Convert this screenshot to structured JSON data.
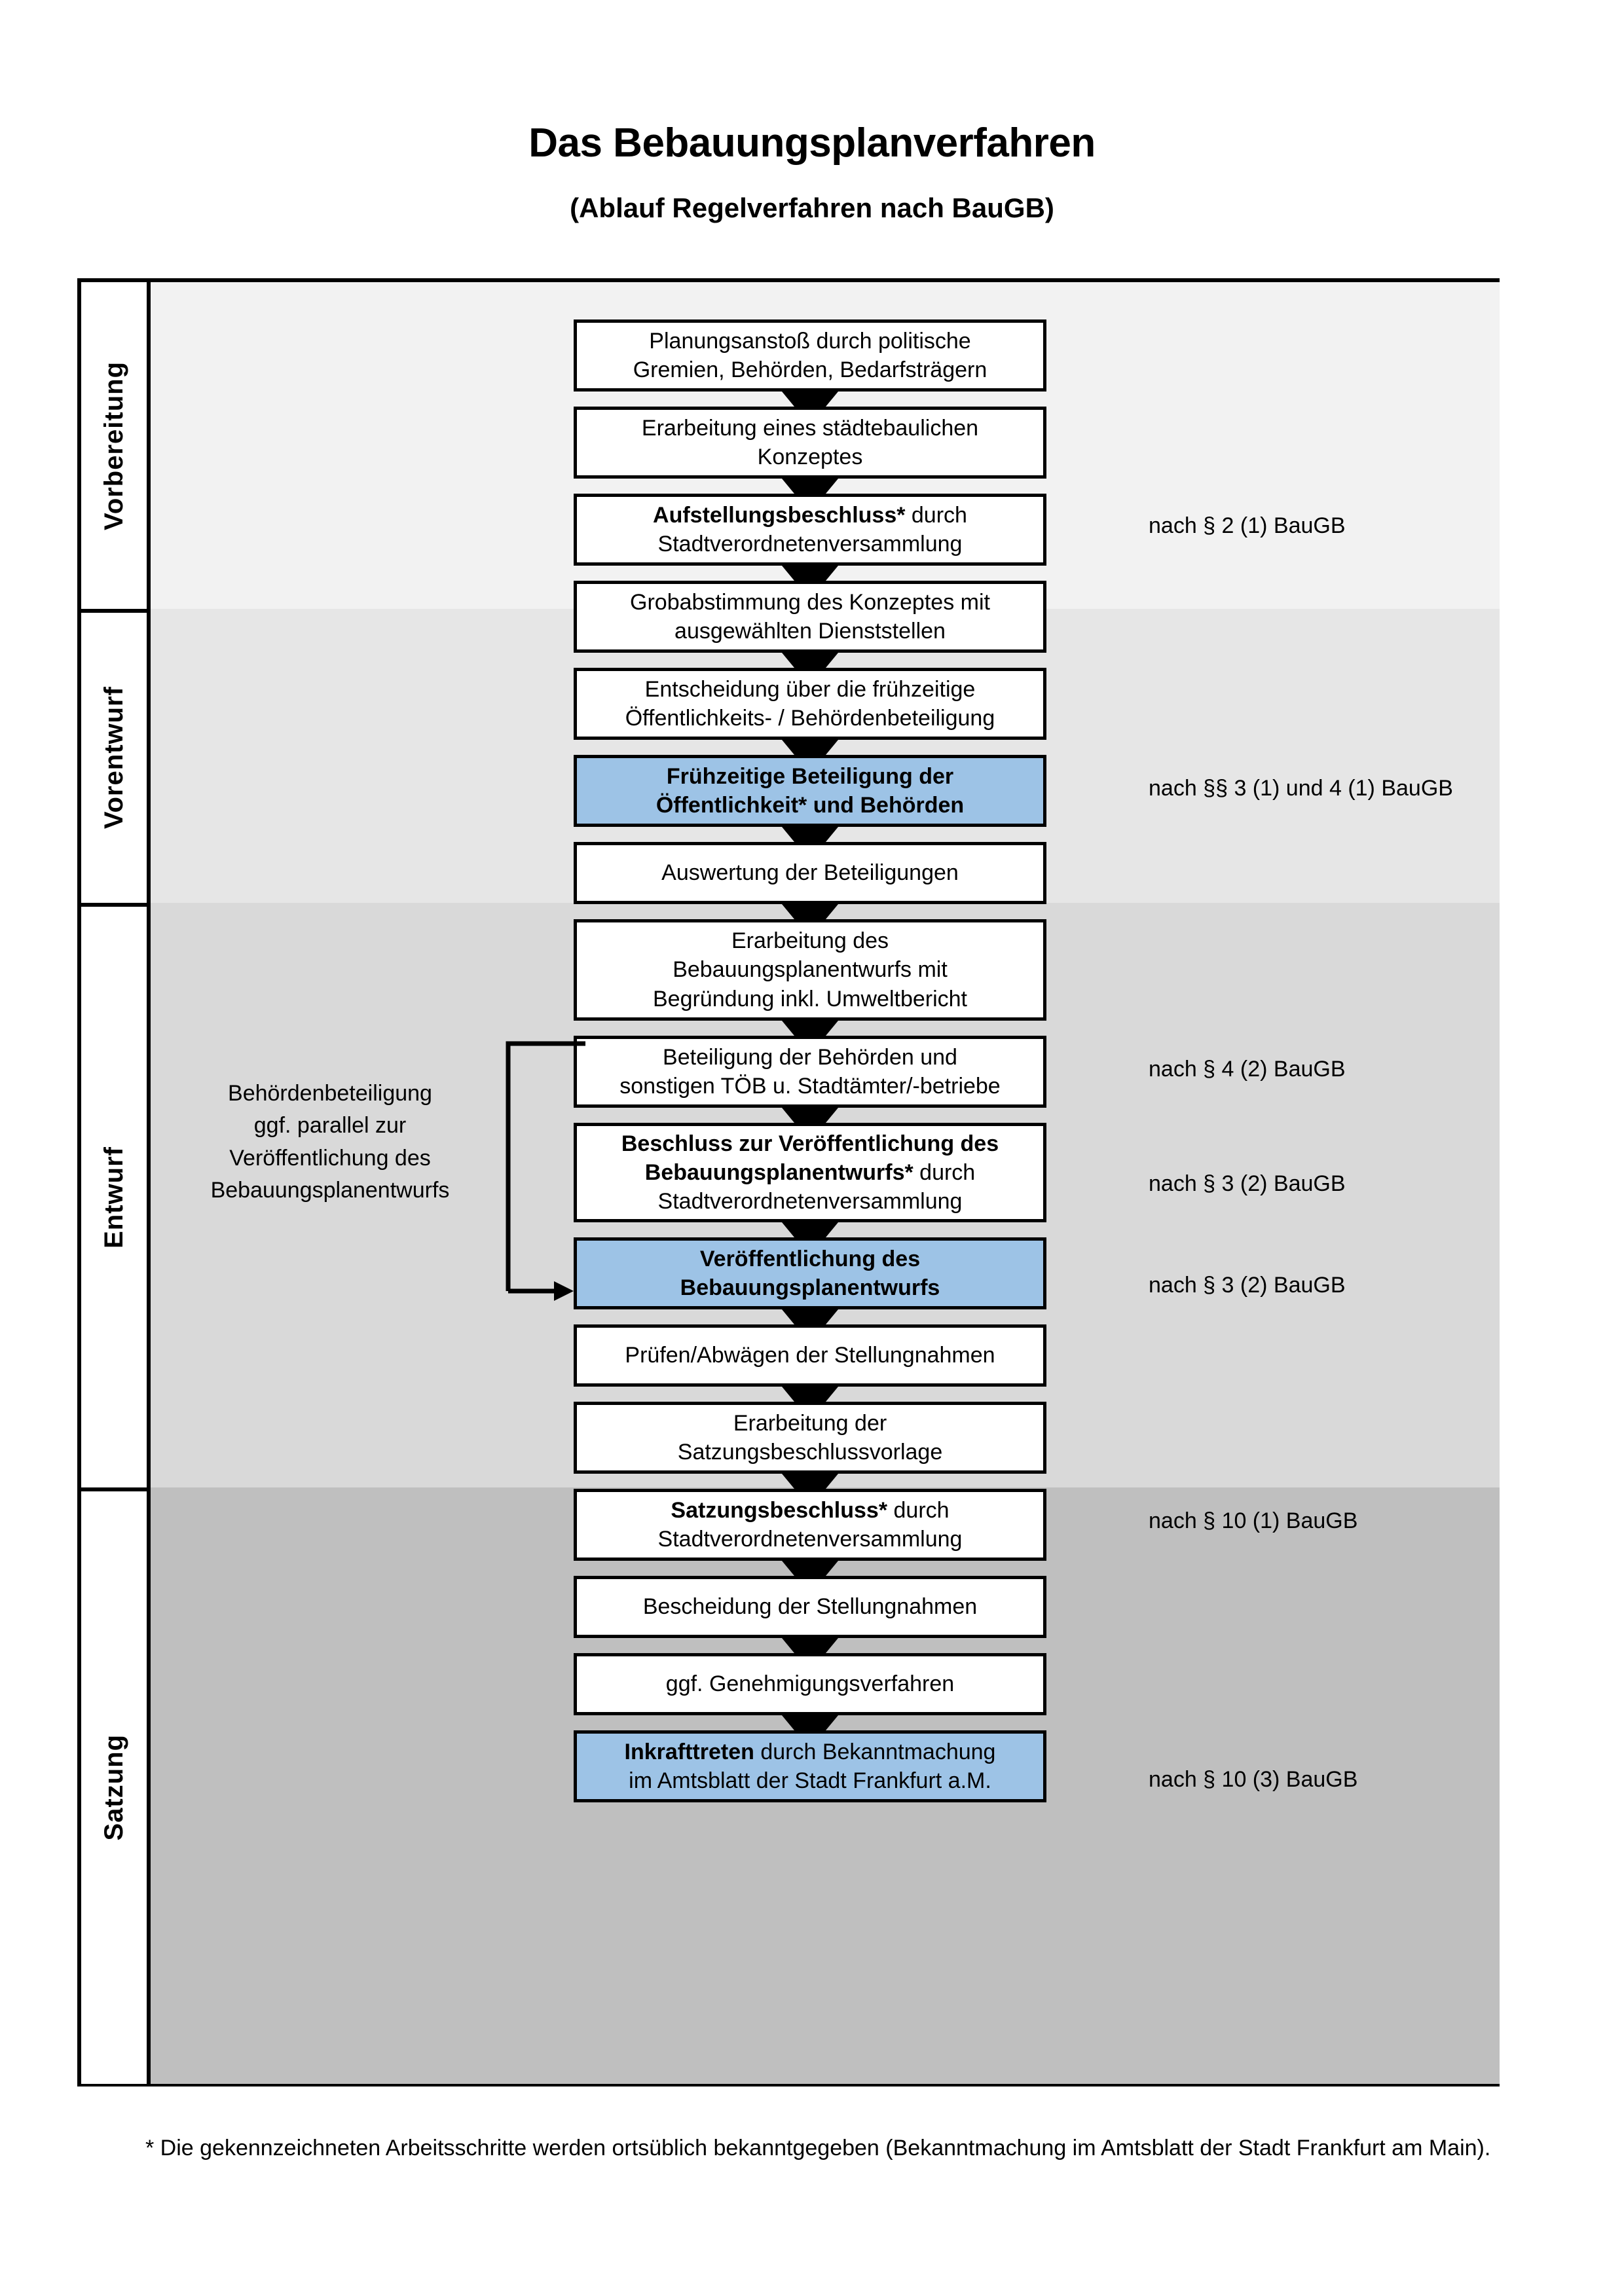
{
  "header": {
    "title": "Das Bebauungsplanverfahren",
    "subtitle": "(Ablauf Regelverfahren nach BauGB)"
  },
  "phases": [
    {
      "id": "vorbereitung",
      "label": "Vorbereitung",
      "band_color": "#F2F2F2"
    },
    {
      "id": "vorentwurf",
      "label": "Vorentwurf",
      "band_color": "#E6E6E6"
    },
    {
      "id": "entwurf",
      "label": "Entwurf",
      "band_color": "#D9D9D9"
    },
    {
      "id": "satzung",
      "label": "Satzung",
      "band_color": "#BFBFBF"
    }
  ],
  "steps": [
    {
      "id": "planungsanstoss",
      "phase": "vorbereitung",
      "highlight": false,
      "lines": [
        "Planungsanstoß durch politische",
        "Gremien, Behörden, Bedarfsträgern"
      ]
    },
    {
      "id": "staedtebauliches-konzept",
      "phase": "vorbereitung",
      "highlight": false,
      "lines": [
        "Erarbeitung eines städtebaulichen",
        "Konzeptes"
      ]
    },
    {
      "id": "aufstellungsbeschluss",
      "phase": "vorbereitung",
      "highlight": false,
      "bold_lead": "Aufstellungsbeschluss*",
      "lines": [
        "Aufstellungsbeschluss* durch",
        "Stadtverordnetenversammlung"
      ]
    },
    {
      "id": "grobabstimmung",
      "phase": "vorentwurf",
      "highlight": false,
      "lines": [
        "Grobabstimmung des Konzeptes mit",
        "ausgewählten Dienststellen"
      ]
    },
    {
      "id": "entscheidung-fruehzeitig",
      "phase": "vorentwurf",
      "highlight": false,
      "lines": [
        "Entscheidung über die frühzeitige",
        "Öffentlichkeits- / Behördenbeteiligung"
      ]
    },
    {
      "id": "fruehzeitige-beteiligung",
      "phase": "vorentwurf",
      "highlight": true,
      "lines": [
        "Frühzeitige Beteiligung der",
        "Öffentlichkeit* und Behörden"
      ]
    },
    {
      "id": "auswertung-beteiligungen",
      "phase": "entwurf",
      "highlight": false,
      "lines": [
        "Auswertung der Beteiligungen"
      ]
    },
    {
      "id": "erarbeitung-bplanentwurf",
      "phase": "entwurf",
      "highlight": false,
      "lines": [
        "Erarbeitung des",
        "Bebauungsplanentwurfs mit",
        "Begründung inkl. Umweltbericht"
      ]
    },
    {
      "id": "beteiligung-behoerden-toeb",
      "phase": "entwurf",
      "highlight": false,
      "lines": [
        "Beteiligung der Behörden und",
        "sonstigen TÖB u. Stadtämter/-betriebe"
      ]
    },
    {
      "id": "beschluss-veroeffentlichung",
      "phase": "entwurf",
      "highlight": false,
      "lines": [
        "Beschluss zur Veröffentlichung des",
        "Bebauungsplanentwurfs* durch",
        "Stadtverordnetenversammlung"
      ]
    },
    {
      "id": "veroeffentlichung-bplanentwurf",
      "phase": "entwurf",
      "highlight": true,
      "lines": [
        "Veröffentlichung des",
        "Bebauungsplanentwurfs"
      ]
    },
    {
      "id": "pruefen-abwaegen",
      "phase": "satzung",
      "highlight": false,
      "lines": [
        "Prüfen/Abwägen der Stellungnahmen"
      ]
    },
    {
      "id": "erarbeitung-satzungsvorlage",
      "phase": "satzung",
      "highlight": false,
      "lines": [
        "Erarbeitung der",
        "Satzungsbeschlussvorlage"
      ]
    },
    {
      "id": "satzungsbeschluss",
      "phase": "satzung",
      "highlight": false,
      "lines": [
        "Satzungsbeschluss* durch",
        "Stadtverordnetenversammlung"
      ]
    },
    {
      "id": "bescheidung-stellungnahmen",
      "phase": "satzung",
      "highlight": false,
      "lines": [
        "Bescheidung der Stellungnahmen"
      ]
    },
    {
      "id": "genehmigungsverfahren",
      "phase": "satzung",
      "highlight": false,
      "lines": [
        "ggf. Genehmigungsverfahren"
      ]
    },
    {
      "id": "inkrafttreten",
      "phase": "satzung",
      "highlight": true,
      "lines": [
        "Inkrafttreten durch Bekanntmachung",
        "im Amtsblatt der Stadt Frankfurt a.M."
      ]
    }
  ],
  "step_text": {
    "planungsanstoss_l1": "Planungsanstoß durch politische",
    "planungsanstoss_l2": "Gremien, Behörden, Bedarfsträgern",
    "konzept_l1": "Erarbeitung eines städtebaulichen",
    "konzept_l2": "Konzeptes",
    "aufstellung_bold": "Aufstellungsbeschluss*",
    "aufstellung_rest": " durch",
    "aufstellung_l2": "Stadtverordnetenversammlung",
    "grobabstimmung_l1": "Grobabstimmung des Konzeptes mit",
    "grobabstimmung_l2": "ausgewählten Dienststellen",
    "entscheidung_l1": "Entscheidung über die frühzeitige",
    "entscheidung_l2": "Öffentlichkeits- / Behördenbeteiligung",
    "fruehbeteiligung_l1": "Frühzeitige Beteiligung der",
    "fruehbeteiligung_l2": "Öffentlichkeit* und Behörden",
    "auswertung_l1": "Auswertung der Beteiligungen",
    "erarbeitung_l1": "Erarbeitung des",
    "erarbeitung_l2": "Bebauungsplanentwurfs mit",
    "erarbeitung_l3": "Begründung inkl. Umweltbericht",
    "toeb_l1": "Beteiligung der Behörden und",
    "toeb_l2": "sonstigen TÖB u. Stadtämter/-betriebe",
    "beschluss_bold_l1": "Beschluss zur Veröffentlichung des",
    "beschluss_bold_l2": "Bebauungsplanentwurfs*",
    "beschluss_rest_l2": " durch",
    "beschluss_l3": "Stadtverordnetenversammlung",
    "veroeff_l1": "Veröffentlichung des",
    "veroeff_l2": "Bebauungsplanentwurfs",
    "pruefen_l1": "Prüfen/Abwägen der Stellungnahmen",
    "satzungsvorlage_l1": "Erarbeitung der",
    "satzungsvorlage_l2": "Satzungsbeschlussvorlage",
    "satzungsbeschluss_bold": "Satzungsbeschluss*",
    "satzungsbeschluss_rest": " durch",
    "satzungsbeschluss_l2": "Stadtverordnetenversammlung",
    "bescheidung_l1": "Bescheidung der Stellungnahmen",
    "genehmigung_l1": "ggf. Genehmigungsverfahren",
    "inkraft_bold": "Inkrafttreten",
    "inkraft_rest": " durch Bekanntmachung",
    "inkraft_l2": "im Amtsblatt der Stadt Frankfurt a.M."
  },
  "legal_notes": [
    {
      "id": "note-par2-1",
      "text": "nach § 2 (1) BauGB"
    },
    {
      "id": "note-par3-4-1",
      "text": "nach §§ 3 (1) und 4 (1) BauGB"
    },
    {
      "id": "note-par4-2",
      "text": "nach § 4 (2) BauGB"
    },
    {
      "id": "note-par3-2-a",
      "text": "nach § 3 (2) BauGB"
    },
    {
      "id": "note-par3-2-b",
      "text": "nach § 3 (2) BauGB"
    },
    {
      "id": "note-par10-1",
      "text": "nach § 10 (1) BauGB"
    },
    {
      "id": "note-par10-3",
      "text": "nach § 10 (3) BauGB"
    }
  ],
  "side_note": {
    "l1": "Behördenbeteiligung",
    "l2": "ggf. parallel zur",
    "l3": "Veröffentlichung des",
    "l4": "Bebauungsplanentwurfs"
  },
  "footnote": {
    "text": "* Die gekennzeichneten Arbeitsschritte werden ortsüblich bekanntgegeben (Bekanntmachung im Amtsblatt  der Stadt Frankfurt am Main)."
  },
  "colors": {
    "highlight_blue": "#9DC3E6",
    "band_vorbereitung": "#F2F2F2",
    "band_vorentwurf": "#E6E6E6",
    "band_entwurf": "#D9D9D9",
    "band_satzung": "#BFBFBF",
    "stroke": "#000000"
  }
}
